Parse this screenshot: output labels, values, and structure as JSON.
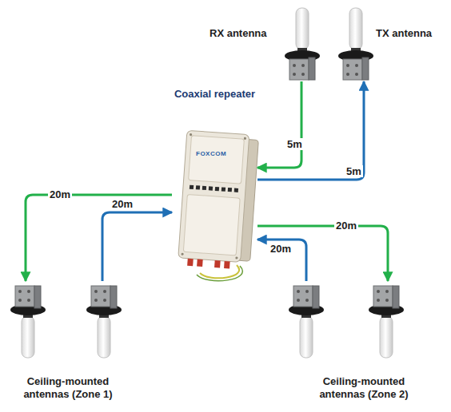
{
  "diagram": {
    "nodes": [
      {
        "text": [
          "RX antenna"
        ]
      },
      {
        "text": [
          "TX antenna"
        ]
      },
      {
        "text": [
          "Coaxial repeater",
          "FOXCOM"
        ]
      },
      {
        "text": [
          "Ceiling-mounted antennas (Zone 1)"
        ]
      },
      {
        "text": [
          "Ceiling-mounted antennas (Zone 2)"
        ]
      }
    ],
    "edges": [
      {
        "from": 0,
        "to": 2,
        "arrow": "to",
        "label": "5m"
      },
      {
        "from": 2,
        "to": 1,
        "arrow": "to",
        "label": "5m"
      },
      {
        "from": 2,
        "to": 3,
        "arrow": "to",
        "label": "20m"
      },
      {
        "from": 3,
        "to": 2,
        "arrow": "to",
        "label": "20m"
      },
      {
        "from": 2,
        "to": 4,
        "arrow": "to",
        "label": "20m"
      },
      {
        "from": 4,
        "to": 2,
        "arrow": "to",
        "label": "20m"
      }
    ]
  }
}
